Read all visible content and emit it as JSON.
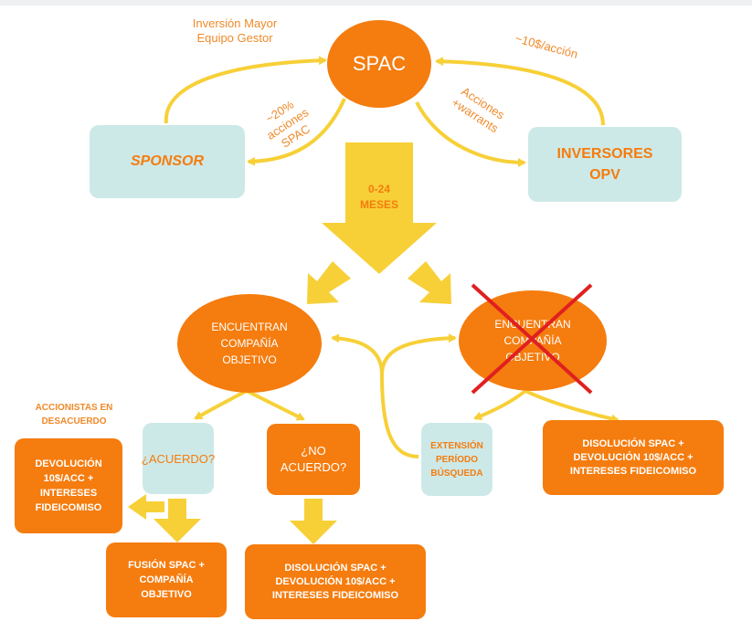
{
  "colors": {
    "orange": "#f57c0e",
    "light_blue": "#cde9e7",
    "yellow": "#f7d038",
    "red": "#e02020"
  },
  "nodes": {
    "spac": "SPAC",
    "sponsor": "SPONSOR",
    "inversores": "INVERSORES OPV",
    "encuentran": "ENCUENTRAN COMPAÑÍA OBJETIVO",
    "no_encuentran": "ENCUENTRAN COMPAÑÍA OBJETIVO",
    "acuerdo": "¿ACUERDO?",
    "no_acuerdo": "¿NO ACUERDO?",
    "extension": "EXTENSIÓN PERÍODO BÚSQUEDA",
    "disolucion_right": "DISOLUCIÓN SPAC + DEVOLUCIÓN 10$/ACC + INTERESES FIDEICOMISO",
    "devolucion_left": "DEVOLUCIÓN 10$/ACC + INTERESES FIDEICOMISO",
    "fusion": "FUSIÓN SPAC + COMPAÑÍA OBJETIVO",
    "disolucion_bottom": "DISOLUCIÓN SPAC + DEVOLUCIÓN 10$/ACC + INTERESES FIDEICOMISO"
  },
  "labels": {
    "inversion": "Inversión Mayor Equipo Gestor",
    "acciones_spac": "~20% acciones SPAC",
    "precio_accion": "~10$/acción",
    "acciones_warrants": "Acciones +warrants",
    "meses": "0-24 MESES",
    "accionistas": "ACCIONISTAS EN DESACUERDO"
  }
}
